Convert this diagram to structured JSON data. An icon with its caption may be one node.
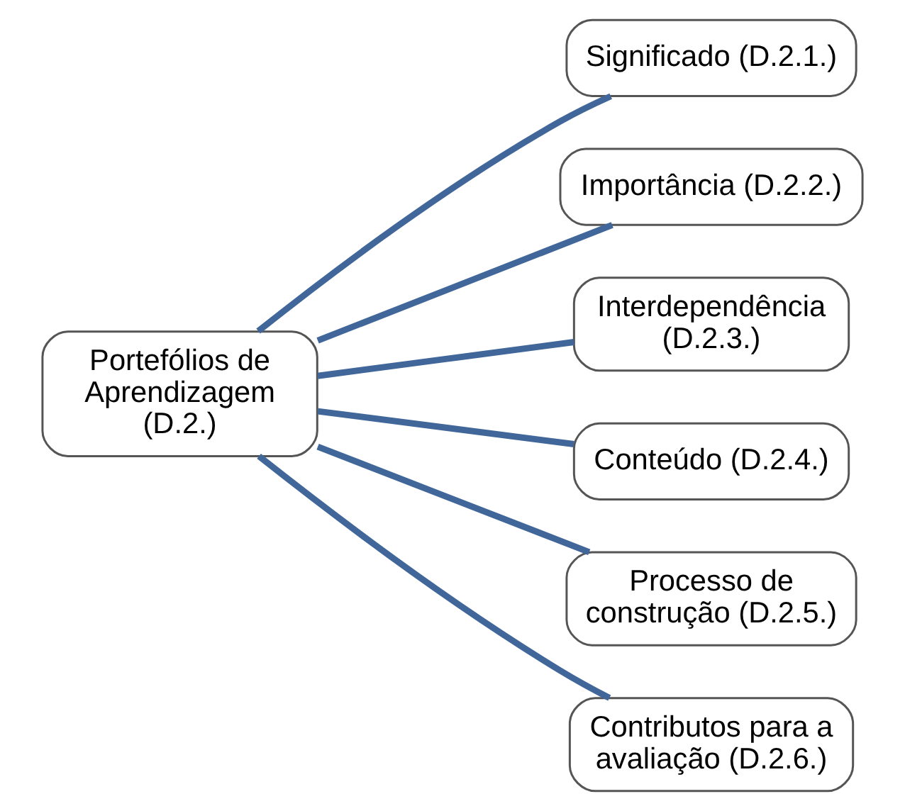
{
  "diagram": {
    "nodes": [
      {
        "text": [
          "Portefólios de Aprendizagem (D.2.)"
        ]
      },
      {
        "text": [
          "Significado (D.2.1.)"
        ]
      },
      {
        "text": [
          "Importância (D.2.2.)"
        ]
      },
      {
        "text": [
          "Interdependência (D.2.3.)"
        ]
      },
      {
        "text": [
          "Conteúdo (D.2.4.)"
        ]
      },
      {
        "text": [
          "Processo de construção (D.2.5.)"
        ]
      },
      {
        "text": [
          "Contributos para a avaliação (D.2.6.)"
        ]
      }
    ],
    "edges": [
      {
        "from": 0,
        "to": 1,
        "arrow": "none"
      },
      {
        "from": 0,
        "to": 2,
        "arrow": "none"
      },
      {
        "from": 0,
        "to": 3,
        "arrow": "none"
      },
      {
        "from": 0,
        "to": 4,
        "arrow": "none"
      },
      {
        "from": 0,
        "to": 5,
        "arrow": "none"
      },
      {
        "from": 0,
        "to": 6,
        "arrow": "none"
      }
    ]
  }
}
